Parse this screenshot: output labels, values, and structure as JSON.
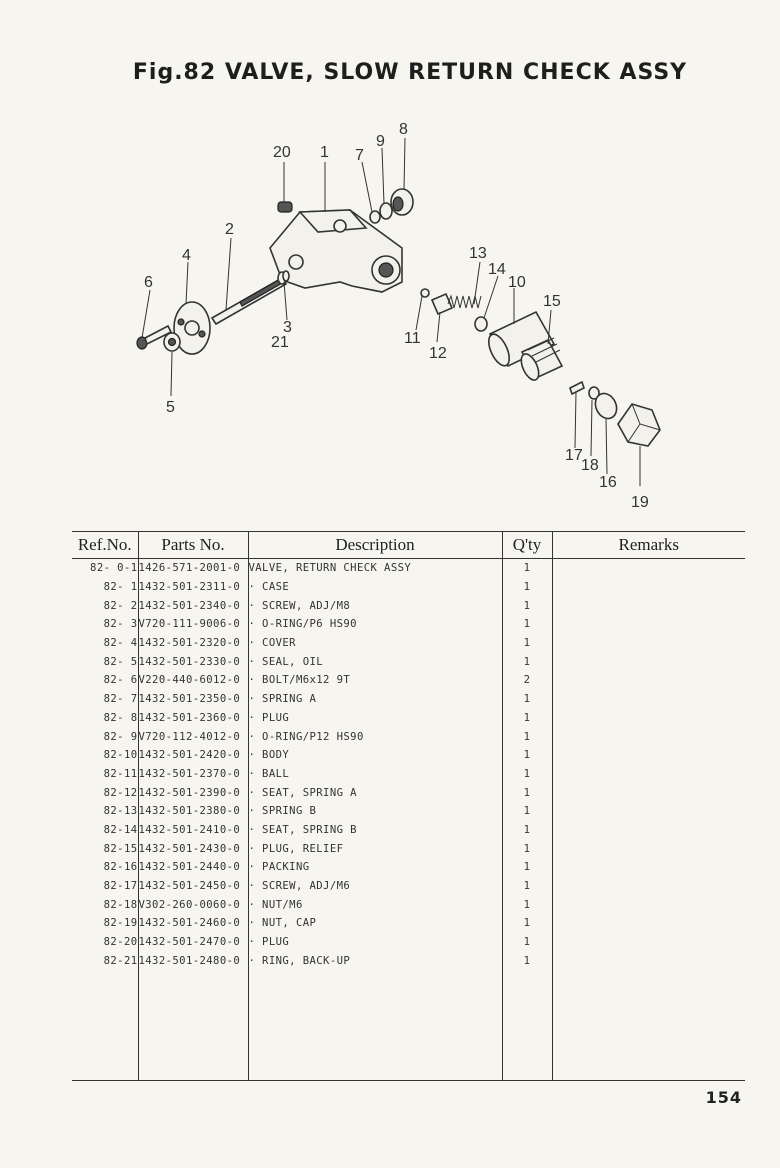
{
  "title": "Fig.82  VALVE, SLOW RETURN CHECK ASSY",
  "diagram": {
    "callouts": [
      "20",
      "1",
      "7",
      "9",
      "8",
      "2",
      "4",
      "6",
      "3",
      "21",
      "13",
      "14",
      "10",
      "15",
      "11",
      "12",
      "5",
      "17",
      "18",
      "16",
      "19"
    ]
  },
  "table": {
    "headers": [
      "Ref.No.",
      "Parts No.",
      "Description",
      "Q'ty",
      "Remarks"
    ],
    "rows": [
      {
        "ref": "82- 0-1",
        "part": "1426-571-2001-0",
        "desc": "VALVE, RETURN CHECK ASSY",
        "qty": "1"
      },
      {
        "ref": "82- 1",
        "part": "1432-501-2311-0",
        "desc": "· CASE",
        "qty": "1"
      },
      {
        "ref": "82- 2",
        "part": "1432-501-2340-0",
        "desc": "· SCREW, ADJ/M8",
        "qty": "1"
      },
      {
        "ref": "82- 3",
        "part": "V720-111-9006-0",
        "desc": "· O-RING/P6 HS90",
        "qty": "1"
      },
      {
        "ref": "82- 4",
        "part": "1432-501-2320-0",
        "desc": "· COVER",
        "qty": "1"
      },
      {
        "ref": "82- 5",
        "part": "1432-501-2330-0",
        "desc": "· SEAL, OIL",
        "qty": "1"
      },
      {
        "ref": "82- 6",
        "part": "V220-440-6012-0",
        "desc": "· BOLT/M6x12 9T",
        "qty": "2"
      },
      {
        "ref": "82- 7",
        "part": "1432-501-2350-0",
        "desc": "· SPRING A",
        "qty": "1"
      },
      {
        "ref": "82- 8",
        "part": "1432-501-2360-0",
        "desc": "· PLUG",
        "qty": "1"
      },
      {
        "ref": "82- 9",
        "part": "V720-112-4012-0",
        "desc": "· O-RING/P12 HS90",
        "qty": "1"
      },
      {
        "ref": "82-10",
        "part": "1432-501-2420-0",
        "desc": "· BODY",
        "qty": "1"
      },
      {
        "ref": "82-11",
        "part": "1432-501-2370-0",
        "desc": "· BALL",
        "qty": "1"
      },
      {
        "ref": "82-12",
        "part": "1432-501-2390-0",
        "desc": "· SEAT, SPRING A",
        "qty": "1"
      },
      {
        "ref": "82-13",
        "part": "1432-501-2380-0",
        "desc": "· SPRING B",
        "qty": "1"
      },
      {
        "ref": "82-14",
        "part": "1432-501-2410-0",
        "desc": "· SEAT, SPRING B",
        "qty": "1"
      },
      {
        "ref": "82-15",
        "part": "1432-501-2430-0",
        "desc": "· PLUG, RELIEF",
        "qty": "1"
      },
      {
        "ref": "82-16",
        "part": "1432-501-2440-0",
        "desc": "· PACKING",
        "qty": "1"
      },
      {
        "ref": "82-17",
        "part": "1432-501-2450-0",
        "desc": "· SCREW, ADJ/M6",
        "qty": "1"
      },
      {
        "ref": "82-18",
        "part": "V302-260-0060-0",
        "desc": "· NUT/M6",
        "qty": "1"
      },
      {
        "ref": "82-19",
        "part": "1432-501-2460-0",
        "desc": "· NUT, CAP",
        "qty": "1"
      },
      {
        "ref": "82-20",
        "part": "1432-501-2470-0",
        "desc": "· PLUG",
        "qty": "1"
      },
      {
        "ref": "82-21",
        "part": "1432-501-2480-0",
        "desc": "· RING, BACK-UP",
        "qty": "1"
      }
    ]
  },
  "page_number": "154"
}
